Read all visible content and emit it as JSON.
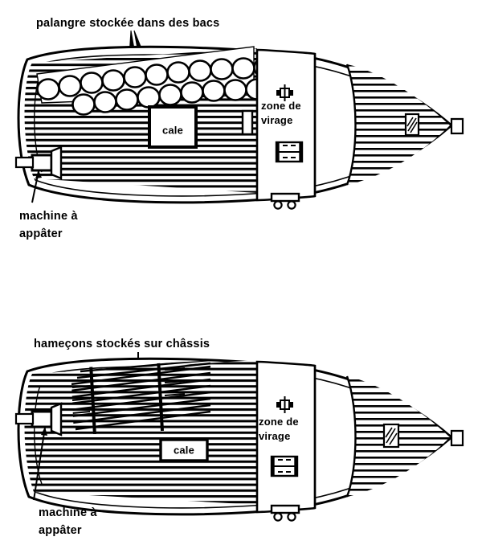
{
  "figure": {
    "title_visible": false,
    "background_color": "#ffffff",
    "ink_color": "#000000",
    "panels": [
      {
        "id": "panel-top",
        "variant": "palangre-en-bacs",
        "caption": "palangre stockée dans des bacs",
        "labels": {
          "caption": "palangre stockée dans des bacs",
          "hold": "cale",
          "hauling_zone_line1": "zone de",
          "hauling_zone_line2": "virage",
          "baiting_machine_line1": "machine à",
          "baiting_machine_line2": "appâter"
        },
        "tubs": {
          "row_top_count": 12,
          "row_bottom_count": 10,
          "description": "bacs à palangre empilés"
        }
      },
      {
        "id": "panel-bottom",
        "variant": "hamecons-sur-chassis",
        "caption": "hameçons stockés sur châssis",
        "labels": {
          "caption": "hameçons stockés sur châssis",
          "hold": "cale",
          "hauling_zone_line1": "zone de",
          "hauling_zone_line2": "virage",
          "baiting_machine_line1": "machine à",
          "baiting_machine_line2": "appâter"
        },
        "racks": {
          "frame_count": 2,
          "rod_count": 14,
          "description": "hameçons stockés sur châssis inclinés"
        }
      }
    ],
    "icons": {
      "winch": "winch-icon",
      "ladder": "ladder-icon",
      "trolley": "trolley-icon",
      "bow_hatch": "bow-hatch-icon",
      "baiting_machine": "baiting-machine-icon",
      "pointer_arrow": "arrow-pointer-icon"
    },
    "colors": {
      "ink": "#000000",
      "deck_fill": "#ffffff",
      "plank_line": "#000000"
    }
  }
}
